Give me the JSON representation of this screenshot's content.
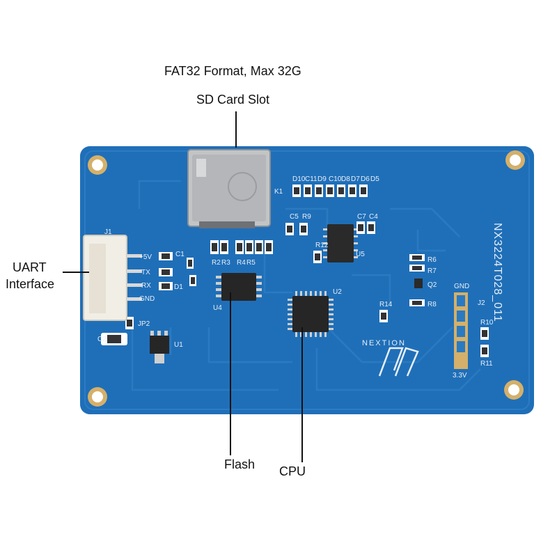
{
  "callouts": {
    "sd_format": "FAT32 Format, Max 32G",
    "sd_slot": "SD Card Slot",
    "uart_line1": "UART",
    "uart_line2": "Interface",
    "flash": "Flash",
    "cpu": "CPU"
  },
  "board": {
    "model_text": "NX3224T028_011",
    "brand_text": "NEXTION",
    "connector_pins": [
      "+5V",
      "TX",
      "RX",
      "GND"
    ],
    "voltage_label": "3.3V",
    "gnd_label": "GND",
    "designators": {
      "j1": "J1",
      "j2": "J2",
      "k1": "K1",
      "u1": "U1",
      "u2": "U2",
      "u4": "U4",
      "u5": "U5",
      "jp2": "JP2",
      "c1": "C1",
      "c2": "C2",
      "c4": "C4",
      "c7": "C7",
      "c5": "C5",
      "r2": "R2",
      "r3": "R3",
      "r4": "R4",
      "r5": "R5",
      "r9": "R9",
      "r12": "R12",
      "r14": "R14",
      "r7": "R7",
      "r6": "R6",
      "r8": "R8",
      "r10": "R10",
      "r11": "R11",
      "q2": "Q2",
      "d1": "D1",
      "cap_row": [
        "D10",
        "C11",
        "D9",
        "C10",
        "D8",
        "D7",
        "D6",
        "D5"
      ]
    }
  },
  "colors": {
    "pcb": "#1f6fb8",
    "pcb_dark": "#185d9e",
    "hole": "#c9a35a",
    "connector": "#f1eee6"
  }
}
